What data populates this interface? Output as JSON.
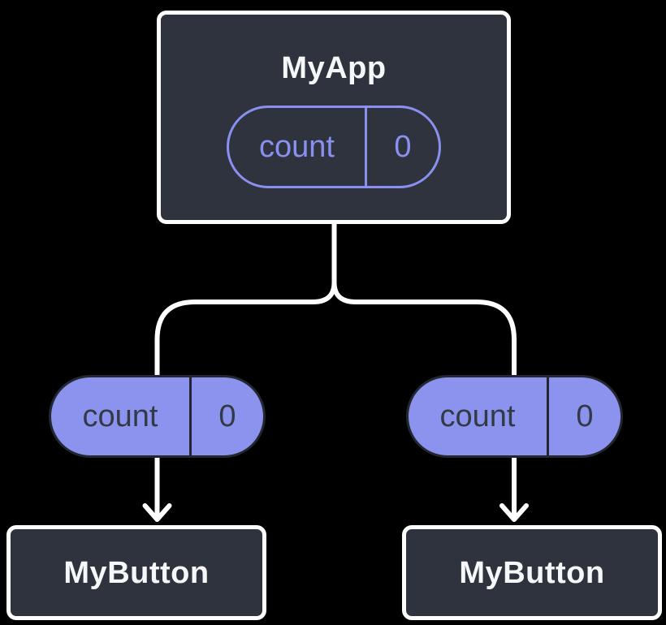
{
  "colors": {
    "background": "#000000",
    "box_fill": "#2e333d",
    "box_border": "#ffffff",
    "box_text": "#f6f7f9",
    "purple": "#8a90f0",
    "purple_fill": "#8b93ee",
    "pill_dark_border": "#23272f",
    "pill_dark_text": "#333a45",
    "connector": "#ffffff"
  },
  "root_component": {
    "title": "MyApp",
    "state_pill": {
      "name": "count",
      "value": "0"
    }
  },
  "children": [
    {
      "prop_pill": {
        "name": "count",
        "value": "0"
      },
      "component": {
        "title": "MyButton"
      }
    },
    {
      "prop_pill": {
        "name": "count",
        "value": "0"
      },
      "component": {
        "title": "MyButton"
      }
    }
  ]
}
